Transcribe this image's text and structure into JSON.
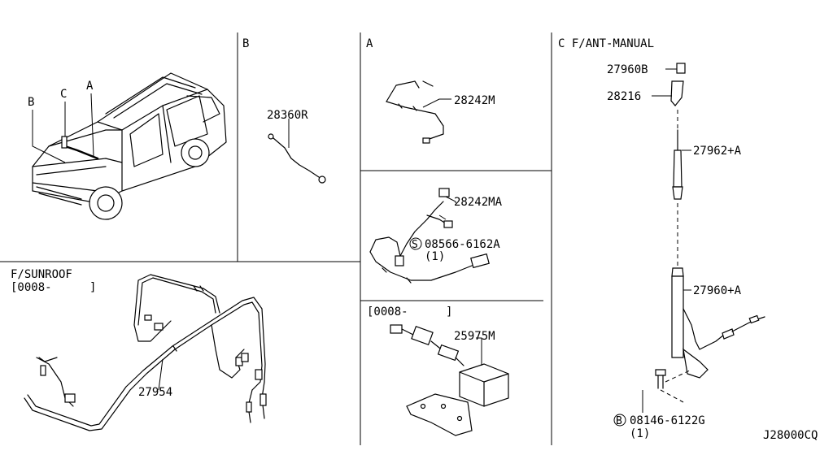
{
  "panels": {
    "vehicle": {
      "callouts": [
        "B",
        "C",
        "A"
      ]
    },
    "b": {
      "title": "B",
      "part": "28360R"
    },
    "a": {
      "title": "A",
      "part": "28242M"
    },
    "a2": {
      "part": "28242MA",
      "screw_symbol": "S",
      "screw": "08566-6162A",
      "screw_qty": "(1)"
    },
    "a3": {
      "range": "[0008-",
      "range_close": "]",
      "part": "25975M"
    },
    "sunroof": {
      "title": "F/SUNROOF",
      "range": "[0008-",
      "range_close": "]",
      "part": "27954"
    },
    "c": {
      "title": "C F/ANT-MANUAL",
      "parts": [
        "27960B",
        "28216",
        "27962+A",
        "27960+A"
      ],
      "bolt_symbol": "B",
      "bolt": "08146-6122G",
      "bolt_qty": "(1)"
    }
  },
  "diagram_code": "J28000CQ"
}
